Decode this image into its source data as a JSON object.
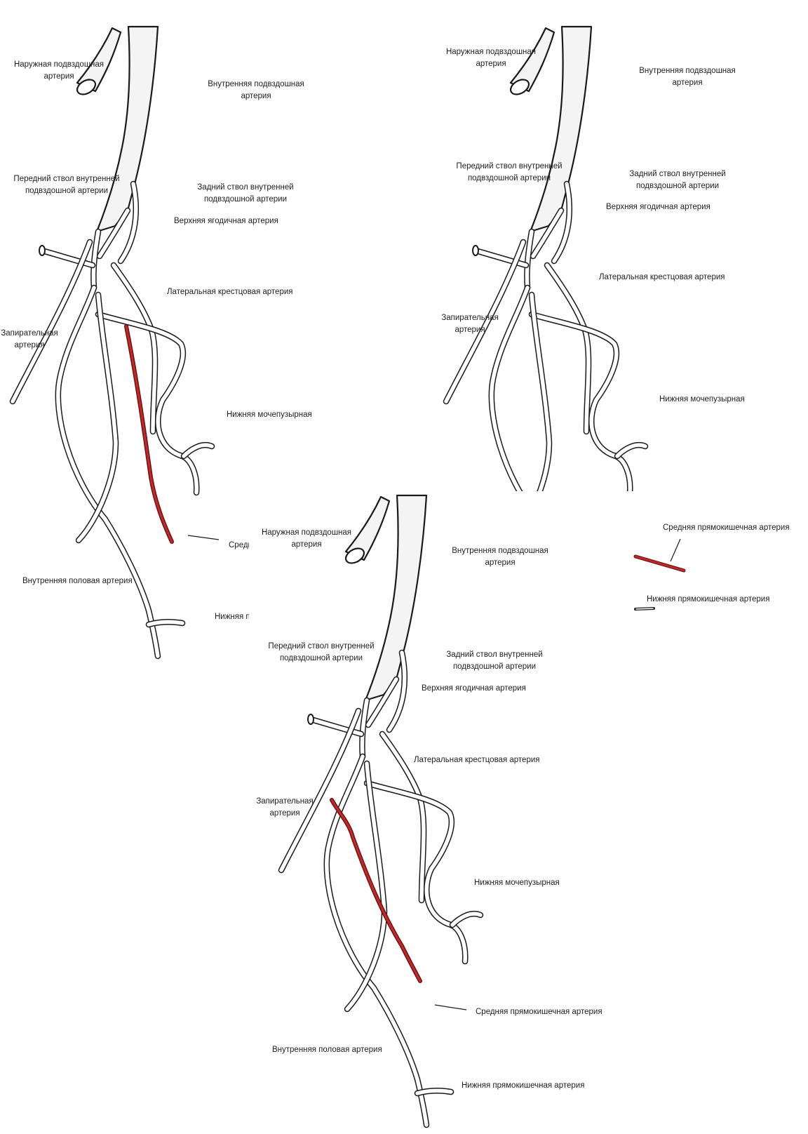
{
  "colors": {
    "ink": "#1a1a1a",
    "middle_rectal_artery": "#c62828",
    "middle_rectal_artery_wall": "#6b1414"
  },
  "panel_top_left": {
    "external_iliac": [
      "Наружная подвздошная",
      "артерия"
    ],
    "internal_iliac": [
      "Внутренняя подвздошная",
      "артерия"
    ],
    "anterior_trunk": [
      "Передний ствол внутренней",
      "подвздошной артерии"
    ],
    "posterior_trunk": [
      "Задний ствол внутренней",
      "подвздошной артерии"
    ],
    "superior_gluteal": "Верхняя ягодичная артерия",
    "lateral_sacral": "Латеральная крестцовая артерия",
    "obturator": [
      "Запирательная",
      "артерия"
    ],
    "inferior_vesical": "Нижняя мочепузырная",
    "middle_rectal_cut": "Средн",
    "internal_pudendal": "Внутренняя половая артерия",
    "inferior_rectal_cut": "Нижняя п"
  },
  "panel_top_right": {
    "external_iliac": [
      "Наружная подвздошная",
      "артерия"
    ],
    "internal_iliac": [
      "Внутренняя подвздошная",
      "артерия"
    ],
    "anterior_trunk": [
      "Передний ствол внутренней",
      "подвздошной артерии"
    ],
    "posterior_trunk": [
      "Задний ствол внутренней",
      "подвздошной артерии"
    ],
    "superior_gluteal": "Верхняя ягодичная артерия",
    "lateral_sacral": "Латеральная крестцовая артерия",
    "obturator": [
      "Запирательная",
      "артерия"
    ],
    "inferior_vesical": "Нижняя мочепузырная"
  },
  "panel_bottom": {
    "external_iliac": [
      "Наружная подвздошная",
      "артерия"
    ],
    "internal_iliac": [
      "Внутренняя подвздошная",
      "артерия"
    ],
    "anterior_trunk": [
      "Передний ствол внутренней",
      "подвздошной артерии"
    ],
    "posterior_trunk": [
      "Задний ствол внутренней",
      "подвздошной артерии"
    ],
    "superior_gluteal": "Верхняя ягодичная артерия",
    "lateral_sacral": "Латеральная крестцовая артерия",
    "obturator": [
      "Запирательная",
      "артерия"
    ],
    "inferior_vesical": "Нижняя мочепузырная",
    "middle_rectal": "Средняя прямокишечная артерия",
    "internal_pudendal": "Внутренняя половая артерия",
    "inferior_rectal": "Нижняя прямокишечная артерия"
  },
  "legend": {
    "middle_rectal": "Средняя прямокишечная артерия",
    "inferior_rectal": "Нижняя прямокишечная артерия"
  }
}
